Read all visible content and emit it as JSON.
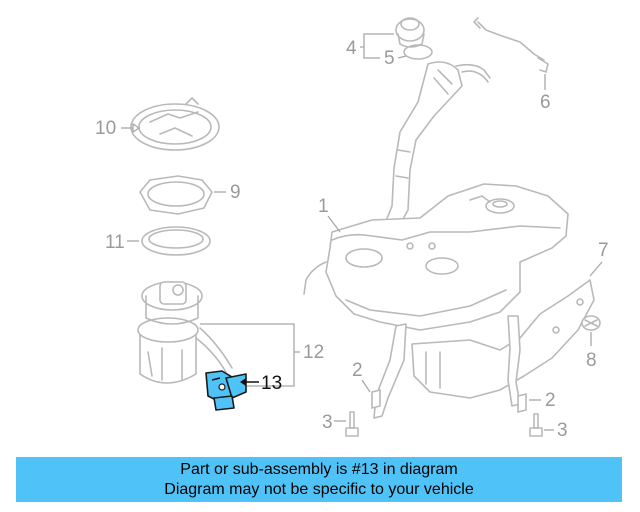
{
  "diagram": {
    "highlighted_part": "13",
    "highlight_color": "#4fc3f7",
    "callouts": {
      "p1": "1",
      "p2a": "2",
      "p2b": "2",
      "p3a": "3",
      "p3b": "3",
      "p4": "4",
      "p5": "5",
      "p6": "6",
      "p7": "7",
      "p8": "8",
      "p9": "9",
      "p10": "10",
      "p11": "11",
      "p12": "12",
      "p13": "13"
    }
  },
  "banner": {
    "line1": "Part or sub-assembly is #13 in diagram",
    "line2": "Diagram may not be specific to your vehicle",
    "background": "#4fc3f7"
  }
}
